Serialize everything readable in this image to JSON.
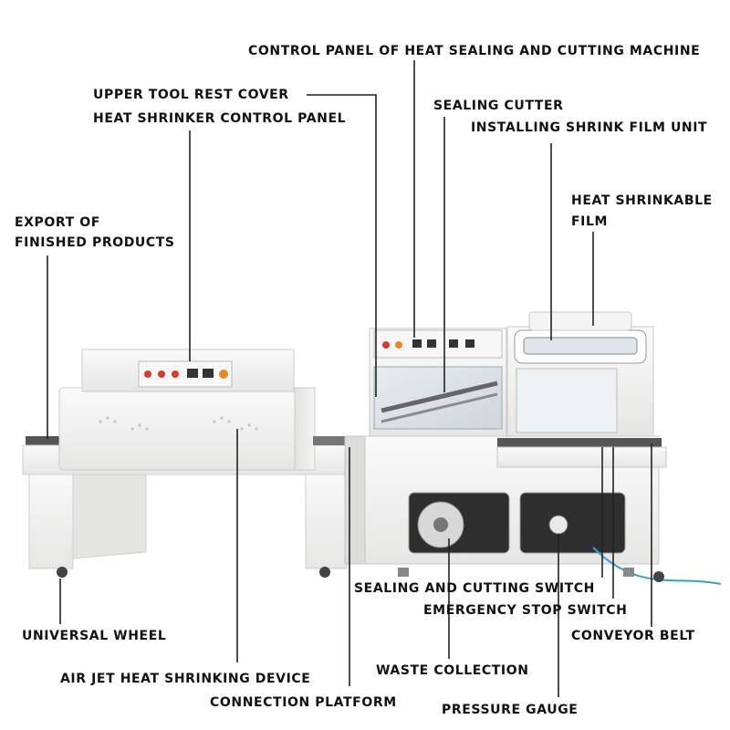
{
  "labels": {
    "control_panel_sealing": "CONTROL PANEL OF HEAT SEALING AND CUTTING MACHINE",
    "upper_tool_rest_cover": "UPPER TOOL REST COVER",
    "heat_shrinker_control_panel": "HEAT SHRINKER CONTROL PANEL",
    "sealing_cutter": "SEALING CUTTER",
    "installing_shrink_film_unit": "INSTALLING SHRINK FILM UNIT",
    "heat_shrinkable_film_1": "HEAT SHRINKABLE",
    "heat_shrinkable_film_2": "FILM",
    "export_finished_1": "EXPORT OF",
    "export_finished_2": "FINISHED PRODUCTS",
    "sealing_cutting_switch": "SEALING AND CUTTING SWITCH",
    "emergency_stop_switch": "EMERGENCY STOP SWITCH",
    "conveyor_belt": "CONVEYOR BELT",
    "universal_wheel": "UNIVERSAL WHEEL",
    "waste_collection": "WASTE COLLECTION",
    "air_jet_heat_shrinking": "AIR JET HEAT SHRINKING DEVICE",
    "connection_platform": "CONNECTION PLATFORM",
    "pressure_gauge": "PRESSURE GAUGE"
  },
  "colors": {
    "machine_body": "#f1f1f0",
    "machine_edge": "#c9c9c9",
    "leader_line": "#222222",
    "red_button": "#d83a2a",
    "orange_button": "#e9892c",
    "air_hose": "#3aa0c8"
  }
}
